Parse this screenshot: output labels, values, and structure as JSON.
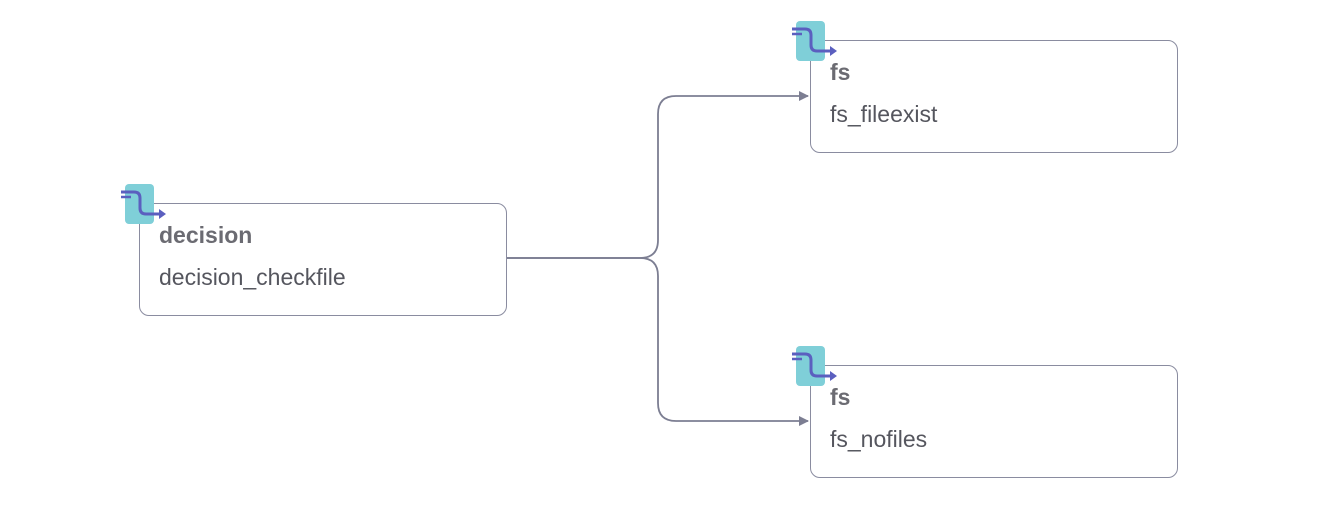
{
  "diagram": {
    "nodes": [
      {
        "type": "decision",
        "id": "decision_checkfile",
        "icon": "flow-task-icon"
      },
      {
        "type": "fs",
        "id": "fs_fileexist",
        "icon": "flow-task-icon"
      },
      {
        "type": "fs",
        "id": "fs_nofiles",
        "icon": "flow-task-icon"
      }
    ],
    "edges": [
      {
        "from": "decision_checkfile",
        "to": "fs_fileexist"
      },
      {
        "from": "decision_checkfile",
        "to": "fs_nofiles"
      }
    ],
    "colors": {
      "edge": "#7c7e92",
      "node_border": "#8a8ca0",
      "icon_tile": "#7fcfd8",
      "icon_arrow": "#5b5fbf"
    }
  }
}
